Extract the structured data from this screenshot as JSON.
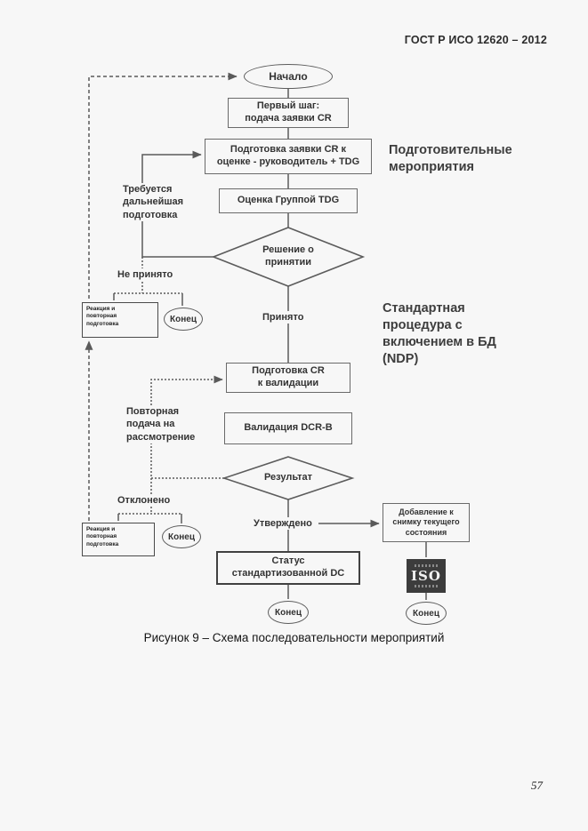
{
  "header": {
    "doc_code": "ГОСТ Р ИСО 12620 – 2012"
  },
  "footer": {
    "page_number": "57"
  },
  "caption": "Рисунок 9  –  Схема последовательности мероприятий",
  "colors": {
    "page_bg": "#f7f7f7",
    "line": "#5a5a5a",
    "box_border": "#6a6a6a",
    "iso_bg": "#3c3c3c",
    "iso_text": "#f2f2f2"
  },
  "flowchart": {
    "nodes": {
      "start": "Начало",
      "first_step": "Первый шаг:\nподача заявки CR",
      "prep_cr": "Подготовка заявки CR к\nоценке - руководитель + TDG",
      "tdg_eval": "Оценка Группой TDG",
      "decision_accept": "Решение о\nпринятии",
      "reaction1": "Реакция и\nповторная\nподготовка",
      "end1": "Конец",
      "prep_validation": "Подготовка CR\nк валидации",
      "validation": "Валидация DCR-B",
      "decision_result": "Результат",
      "reaction2": "Реакция и\nповторная\nподготовка",
      "end2": "Конец",
      "snapshot": "Добавление к\nснимку текущего\nсостояния",
      "status": "Статус\nстандартизованной DC",
      "iso_logo": "ISO",
      "end3": "Конец",
      "end4": "Конец"
    },
    "edge_labels": {
      "further_prep": "Требуется\nдальнейшая\nподготовка",
      "not_accepted": "Не принято",
      "accepted": "Принято",
      "resubmit": "Повторная\nподача на\nрассмотрение",
      "rejected": "Отклонено",
      "approved": "Утверждено"
    },
    "side_labels": {
      "preparatory": "Подготовительные\nмероприятия",
      "standard_proc": "Стандартная\nпроцедура с\nвключением в БД\n(NDP)"
    }
  }
}
